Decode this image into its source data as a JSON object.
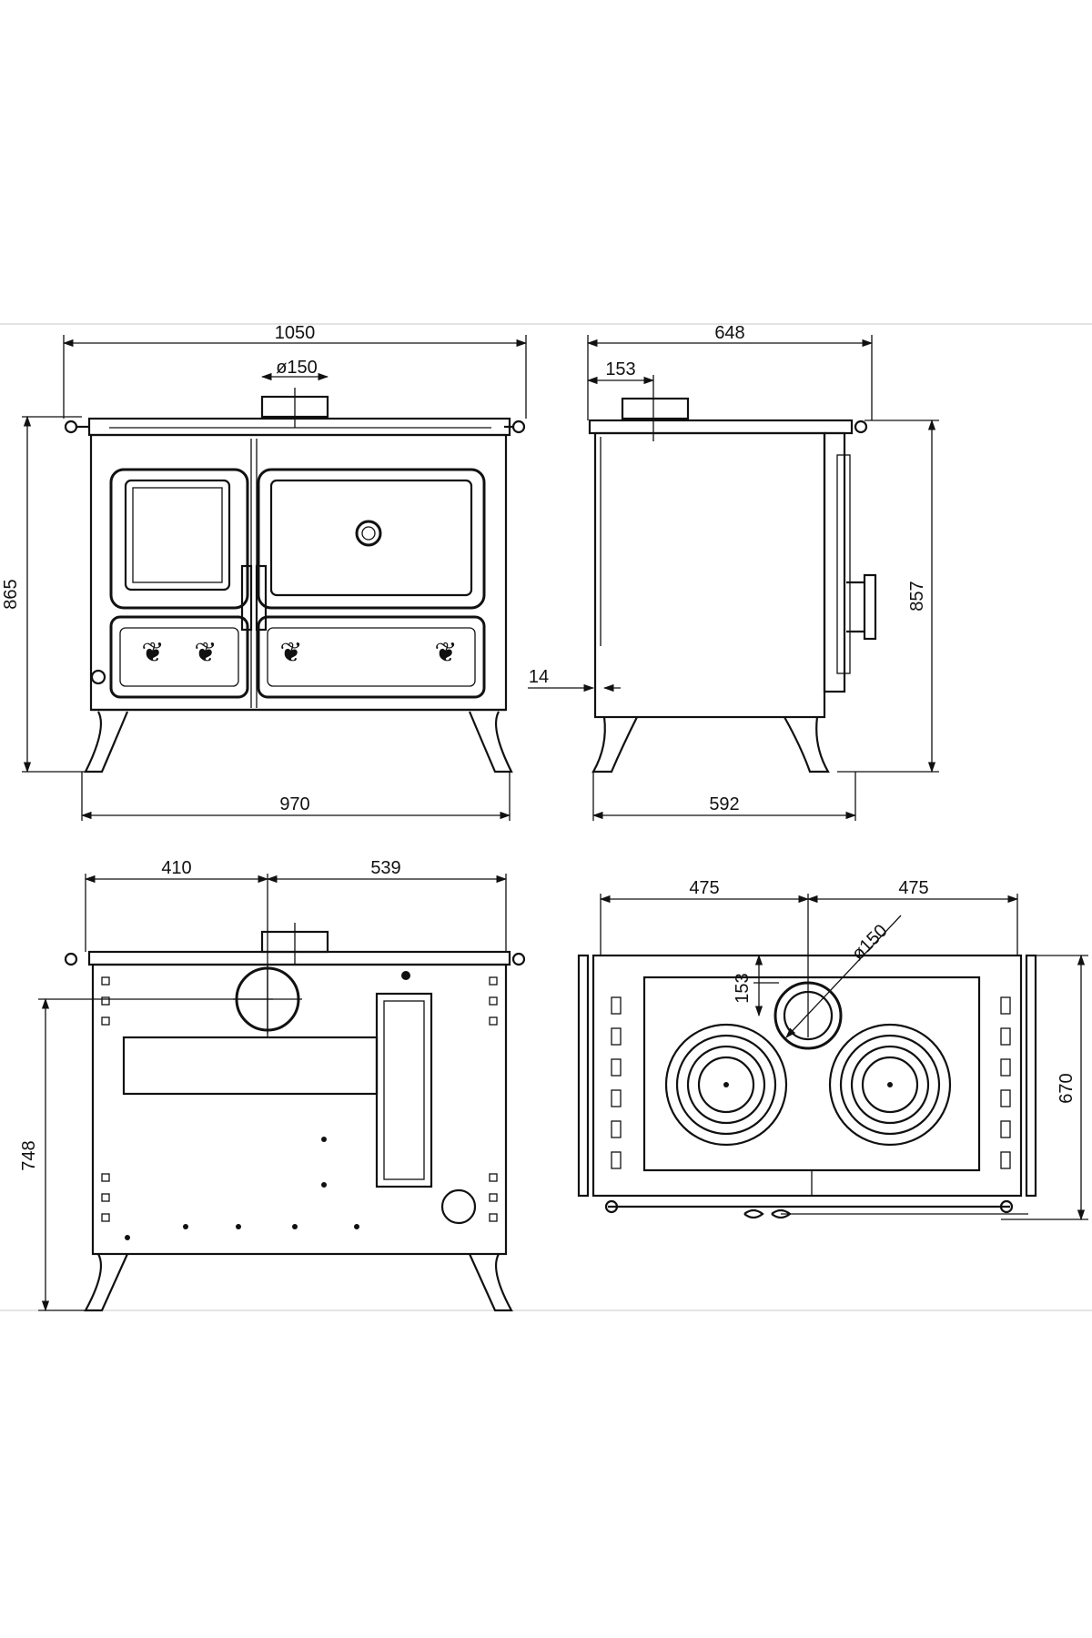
{
  "front_view": {
    "overall_width": "1050",
    "flue_diameter": "ø150",
    "overall_height": "865",
    "base_width": "970"
  },
  "side_view": {
    "depth": "648",
    "flue_offset": "153",
    "height": "857",
    "door_offset": "14",
    "base_depth": "592"
  },
  "rear_view": {
    "flue_offset_left": "410",
    "flue_offset_right": "539",
    "flue_height": "748"
  },
  "top_view": {
    "half_width_left": "475",
    "half_width_right": "475",
    "flue_diameter": "ø150",
    "flue_offset": "153",
    "depth": "670"
  }
}
